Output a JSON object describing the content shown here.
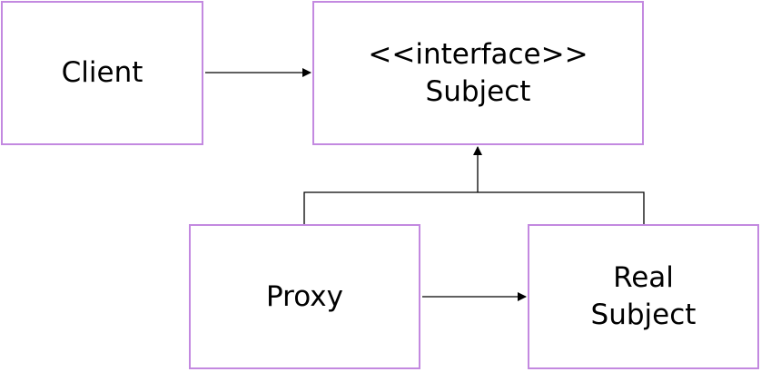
{
  "diagram": {
    "client": {
      "label": "Client"
    },
    "subject": {
      "stereotype": "<<interface>>",
      "label": "Subject"
    },
    "proxy": {
      "label": "Proxy"
    },
    "real_subject": {
      "line1": "Real",
      "line2": "Subject"
    }
  },
  "colors": {
    "box_border": "#C389E0",
    "line": "#000000",
    "text": "#000000"
  }
}
